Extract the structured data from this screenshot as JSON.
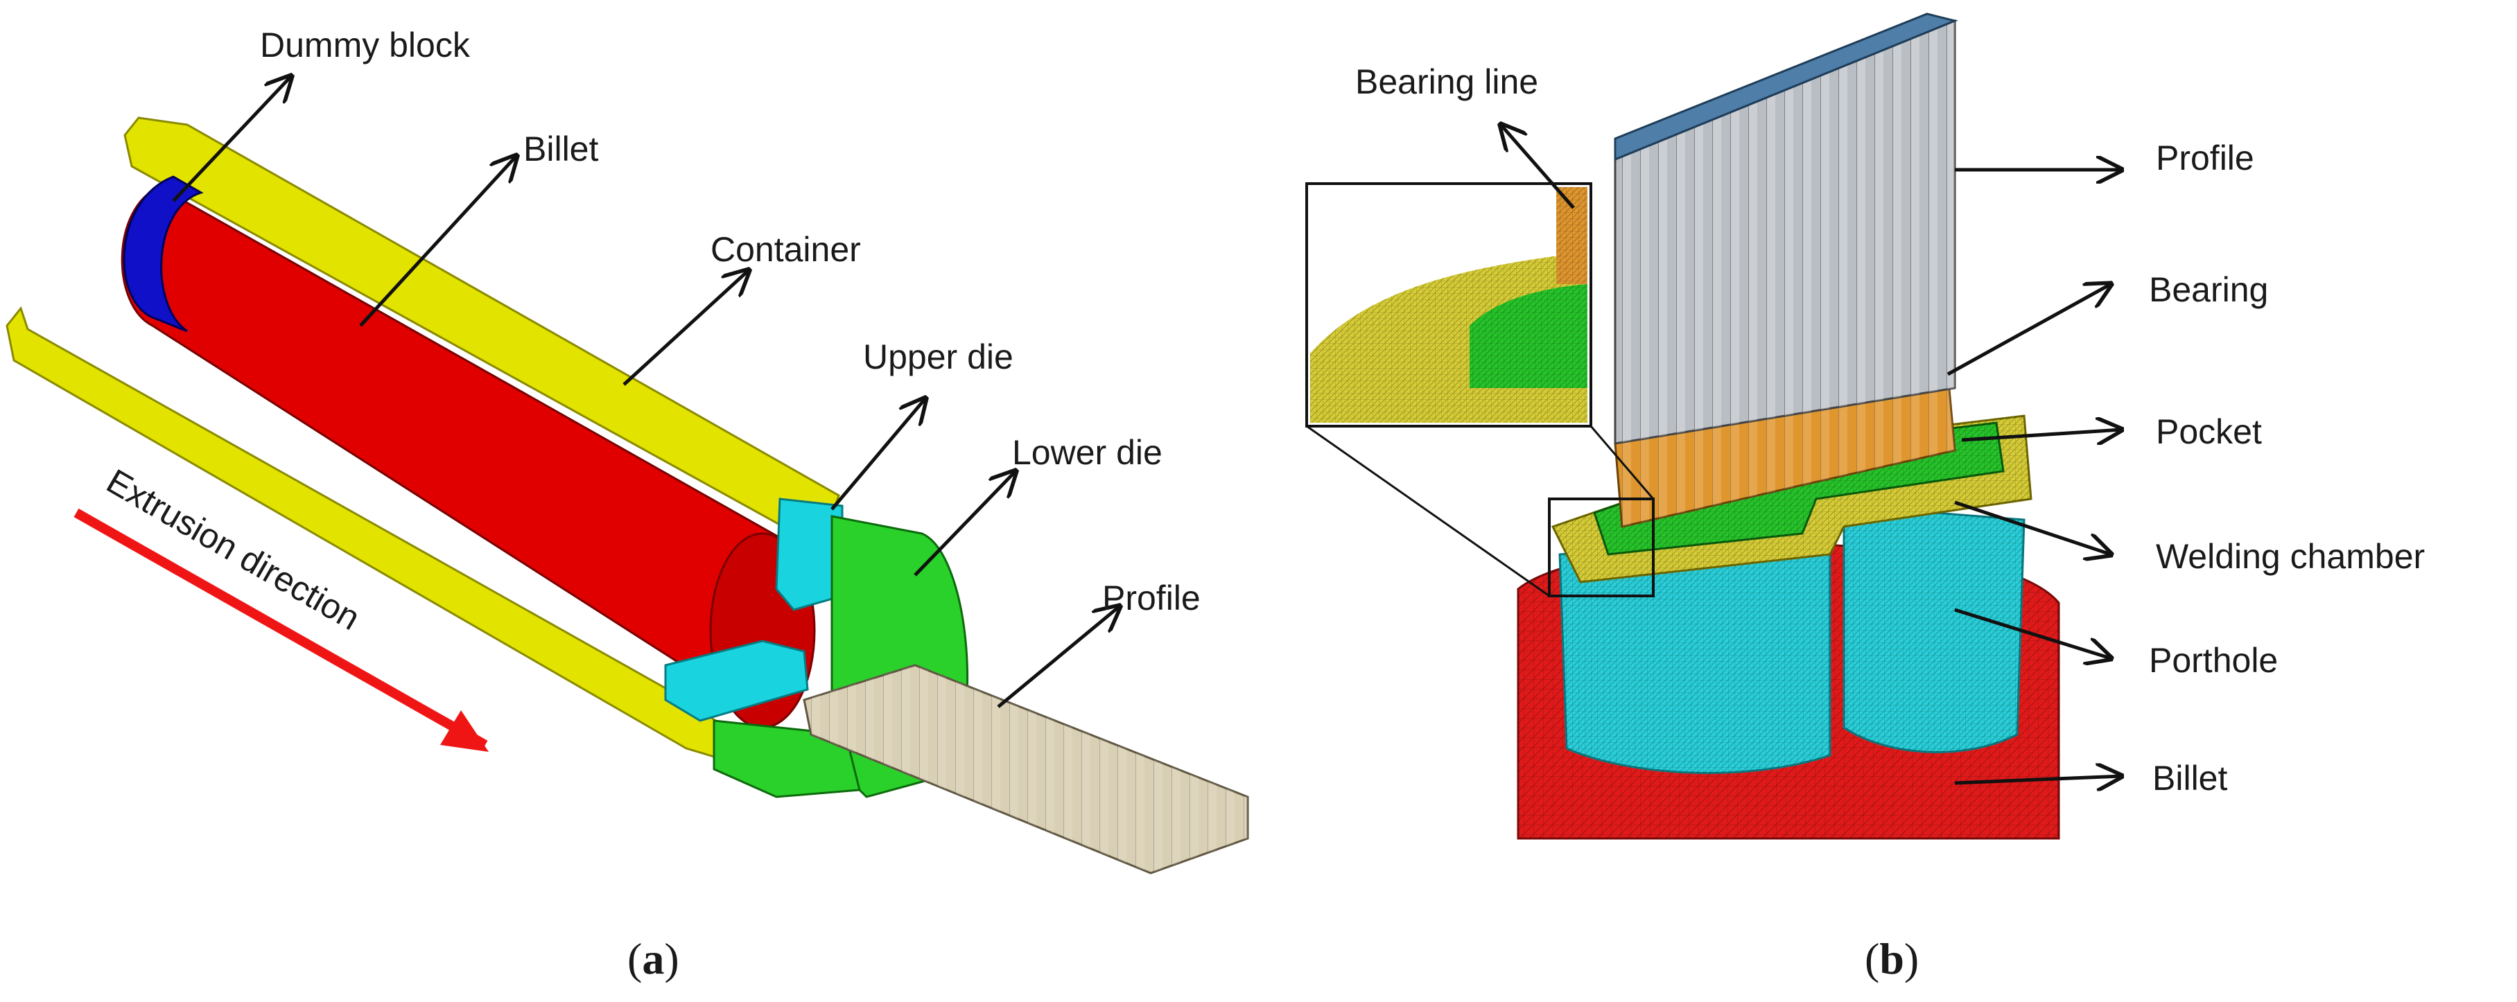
{
  "panel_a": {
    "caption_open": "(",
    "caption_letter": "a",
    "caption_close": ")",
    "labels": {
      "dummy_block": "Dummy block",
      "billet": "Billet",
      "container": "Container",
      "upper_die": "Upper die",
      "lower_die": "Lower die",
      "profile": "Profile",
      "extrusion_direction": "Extrusion direction"
    },
    "colors": {
      "container": "#e3e300",
      "billet": "#e00000",
      "dummy_block": "#1010c8",
      "upper_die": "#19d4de",
      "lower_die": "#2ad12a",
      "profile": "#d9cfb4",
      "arrow": "#f01515"
    }
  },
  "panel_b": {
    "caption_open": "(",
    "caption_letter": "b",
    "caption_close": ")",
    "labels": {
      "bearing_line": "Bearing line",
      "profile": "Profile",
      "bearing": "Bearing",
      "pocket": "Pocket",
      "welding_chamber": "Welding chamber",
      "porthole": "Porthole",
      "billet": "Billet"
    },
    "colors": {
      "profile": "#b9bec4",
      "profile_top": "#4f7fa8",
      "bearing": "#e0962e",
      "pocket": "#26c42a",
      "welding_chamber": "#d6cc36",
      "porthole": "#29cfd9",
      "billet": "#e01a1a"
    }
  }
}
